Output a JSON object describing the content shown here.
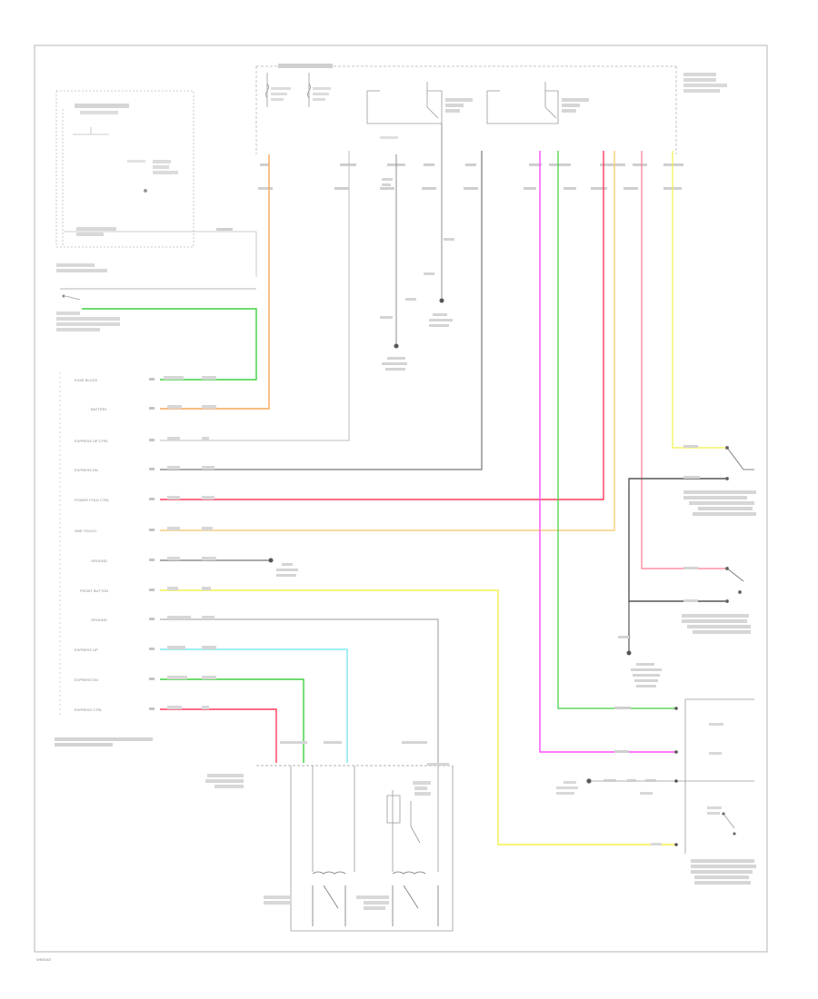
{
  "document": {
    "code": "WM0083"
  },
  "left_labels": [
    "FUSE BLOCK",
    "BATTERY",
    "EXPRESS UP CTRL",
    "EXPRESS DN",
    "POWER FOLD CTRL",
    "ONE TOUCH",
    "GROUND",
    "FRONT BUTTON",
    "GROUND",
    "EXPRESS UP",
    "EXPRESS DN",
    "EXPRESS CTRL"
  ],
  "colors": {
    "orange": "#f7a55a",
    "green": "#3ed13e",
    "red": "#ff3b5c",
    "light_orange": "#f9cd7a",
    "yellow": "#f2f04a",
    "cyan": "#7be8ee",
    "magenta": "#ff4dff",
    "pink_right": "#ff7a90",
    "gray_wire": "#b0b0b0",
    "dark_wire": "#555555"
  },
  "components": [
    "motor-left",
    "motor-right",
    "relay",
    "switch-upper-right",
    "switch-lower-right",
    "switch-bottom-right"
  ]
}
